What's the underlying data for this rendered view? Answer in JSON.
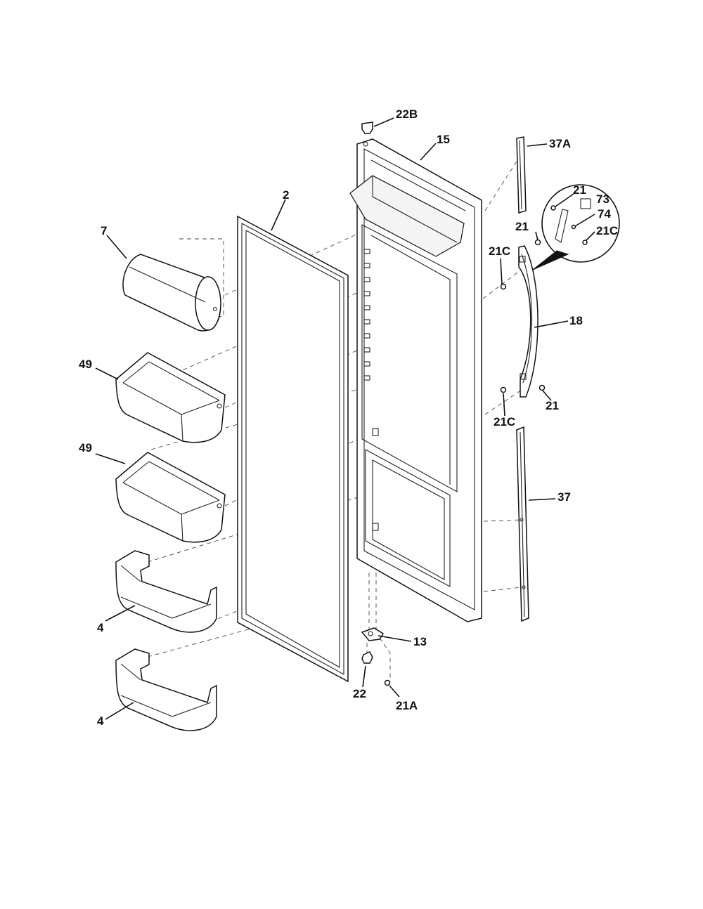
{
  "callouts": {
    "c22B": "22B",
    "c15": "15",
    "c37A": "37A",
    "c2": "2",
    "c7": "7",
    "c21_top": "21",
    "c73": "73",
    "c74": "74",
    "c21C_inset": "21C",
    "c21_mid": "21",
    "c21C_upper": "21C",
    "c18": "18",
    "c49_upper": "49",
    "c49_lower": "49",
    "c21_lower": "21",
    "c21C_lower": "21C",
    "c37": "37",
    "c4_upper": "4",
    "c4_lower": "4",
    "c13": "13",
    "c22": "22",
    "c21A": "21A"
  }
}
